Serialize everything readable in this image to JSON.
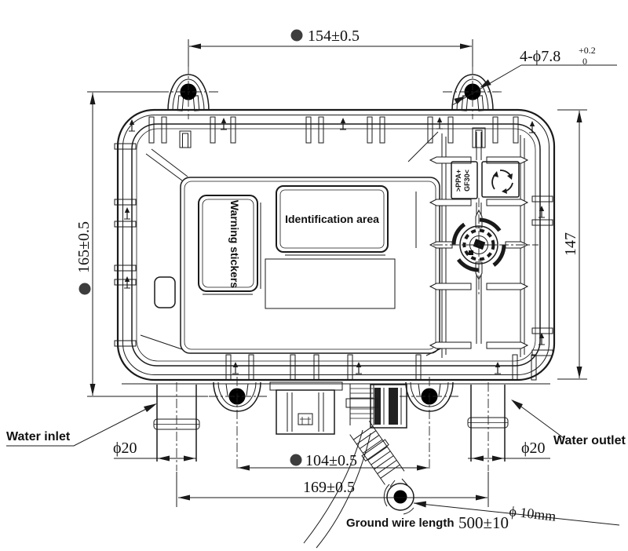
{
  "dimensions": {
    "width_top": "154±0.5",
    "holes_label": "4-ϕ7.8",
    "holes_tol_upper": "+0.2",
    "holes_tol_lower": "0",
    "height_left": "165±0.5",
    "height_right": "147",
    "inlet_diameter": "ϕ20",
    "outlet_diameter": "ϕ20",
    "connector_span": "104±0.5",
    "port_span": "169±0.5",
    "ground_hole_diameter": "ϕ 10mm",
    "ground_wire_label": "Ground wire length",
    "ground_wire_value": "500±10"
  },
  "labels": {
    "warning": "Warning stickers",
    "identification": "Identification area",
    "water_inlet": "Water inlet",
    "water_outlet": "Water outlet",
    "material_line1": ">PPA+",
    "material_line2": "GF30<"
  },
  "style": {
    "line_color": "#1a1a1a",
    "bullet_color": "#3d3d3d",
    "background": "#ffffff"
  }
}
